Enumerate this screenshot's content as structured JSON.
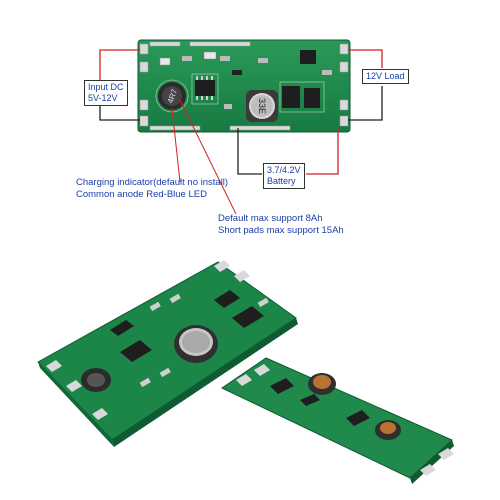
{
  "annotations": {
    "input_dc": [
      "Input DC",
      "5V-12V"
    ],
    "load": "12V Load",
    "battery": [
      "3.7/4.2V",
      "Battery"
    ],
    "charging": [
      "Charging indicator(default no install)",
      "Common anode Red-Blue LED"
    ],
    "capacity": [
      "Default max support 8Ah",
      "Short pads max support 15Ah"
    ]
  },
  "board_markings": {
    "inductor_small": "4R7",
    "inductor_large": "33E"
  },
  "colors": {
    "pcb_green": "#1f8a4c",
    "pcb_dark": "#12673a",
    "pad_silver": "#d9d9d9",
    "wire_red": "#d42020",
    "wire_black": "#222222",
    "label_blue": "#1a3ea8"
  }
}
